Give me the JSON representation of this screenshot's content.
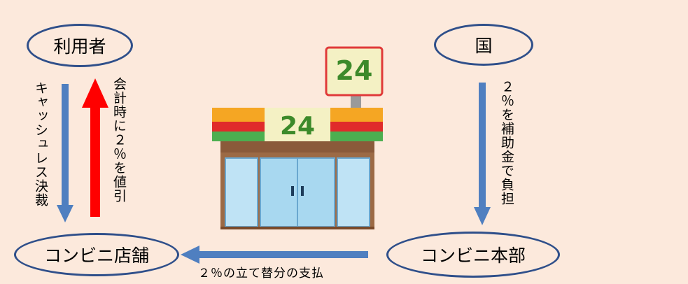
{
  "nodes": {
    "user": "利用者",
    "country": "国",
    "store": "コンビニ店舗",
    "hq": "コンビニ本部"
  },
  "flows": {
    "cashless": "キャッシュレス決裁",
    "discount": "会計時に２％を値引",
    "subsidy": "２％を補助金で負担",
    "payment": "２％の立て替分の支払"
  },
  "store_sign": {
    "number": "24"
  },
  "colors": {
    "background": "#fce9dc",
    "node_border": "#2f4f8a",
    "blue_arrow": "#4f7fc0",
    "red_arrow": "#ff0000"
  }
}
